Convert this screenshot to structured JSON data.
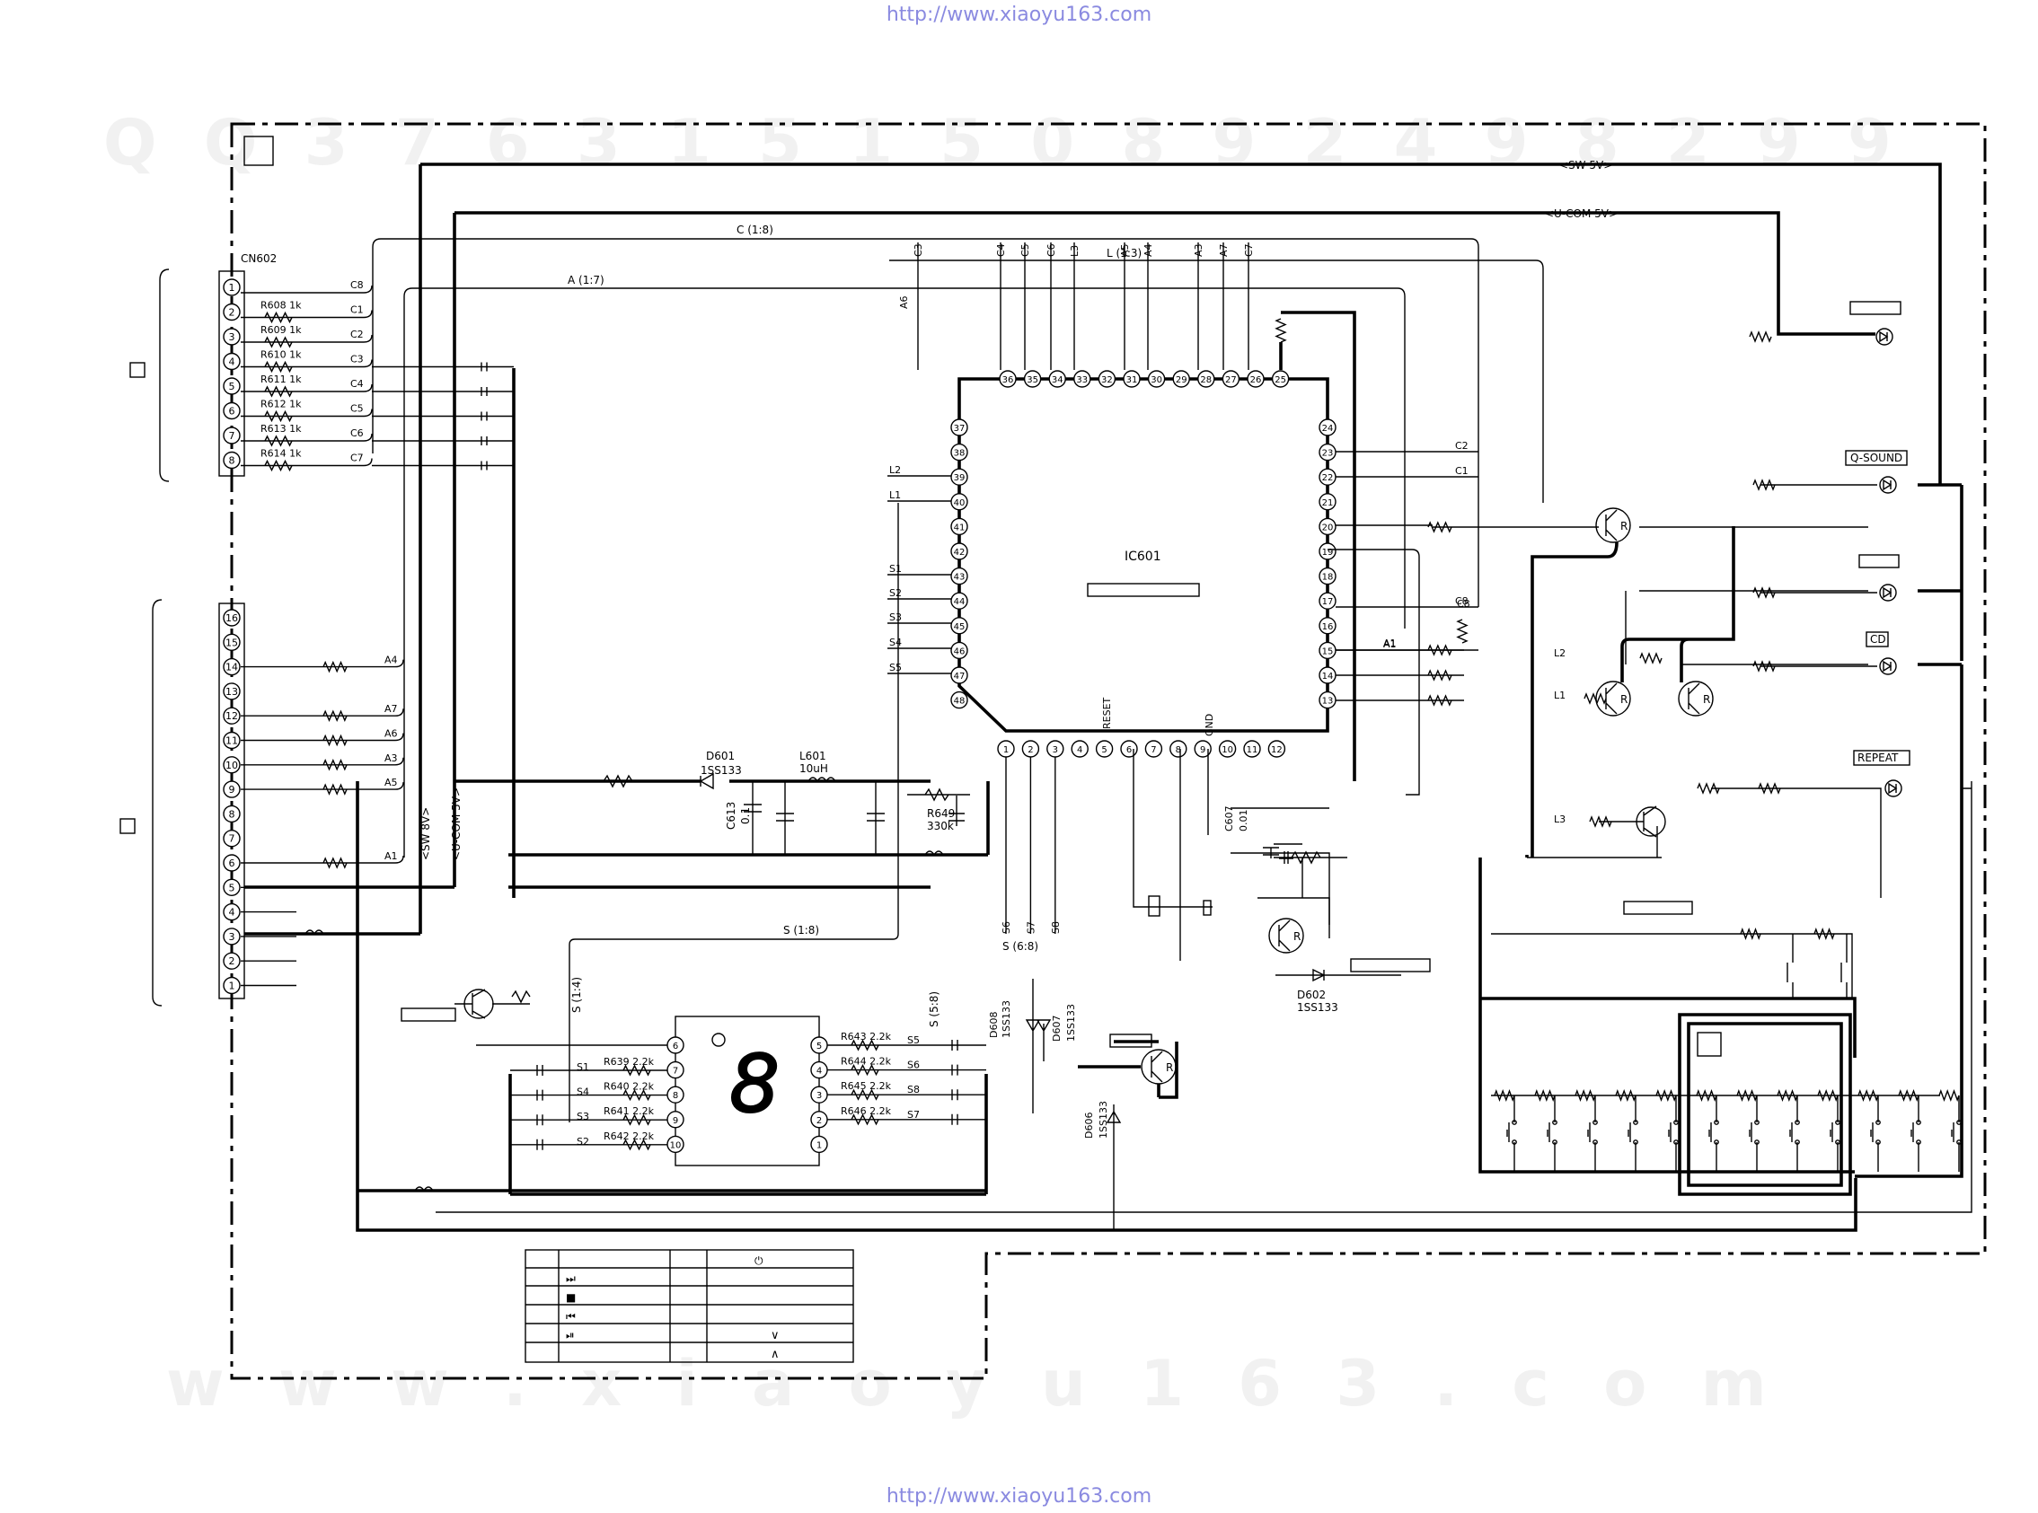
{
  "header_url": "http://www.xiaoyu163.com",
  "footer_url": "http://www.xiaoyu163.com",
  "watermarks": {
    "top_digits": "Q Q 3 7 6 3 1 5 1 5 0     8 9 2 4 9 8 2 9 9",
    "bottom_site": "w w w . x i a o y u 1 6 3 . c o m"
  },
  "connector": {
    "name": "CN602",
    "pins_upper": [
      "1",
      "2",
      "3",
      "4",
      "5",
      "6",
      "7",
      "8"
    ],
    "pins_lower": [
      "16",
      "15",
      "14",
      "13",
      "12",
      "11",
      "10",
      "9",
      "8",
      "7",
      "6",
      "5",
      "4",
      "3",
      "2",
      "1"
    ],
    "resistors": [
      "R608 1k",
      "R609 1k",
      "R610 1k",
      "R611 1k",
      "R612 1k",
      "R613 1k",
      "R614 1k"
    ],
    "upper_lines": [
      "C8",
      "C1",
      "C2",
      "C3",
      "C4",
      "C5",
      "C6",
      "C7"
    ],
    "lower_lines": [
      "A4",
      "A7",
      "A6",
      "A3",
      "A5",
      "A1"
    ]
  },
  "buses": {
    "sw5v": "<SW 5V>",
    "ucom5v": "<U-COM 5V>",
    "sw8v": "<SW 8V>",
    "ucom5v_vertical": "<U-COM 5V>",
    "c_bus": "C (1:8)",
    "a_bus": "A (1:7)",
    "l_bus": "L (1:3)",
    "s_bus": "S (1:8)",
    "s_bus_14": "S (1:4)",
    "s_bus_68": "S (6:8)",
    "s_bus_58": "S (5:8)"
  },
  "ic": {
    "name": "IC601",
    "top_pins": [
      "36",
      "35",
      "34",
      "33",
      "32",
      "31",
      "30",
      "29",
      "28",
      "27",
      "26",
      "25"
    ],
    "left_pins": [
      "37",
      "38",
      "39",
      "40",
      "41",
      "42",
      "43",
      "44",
      "45",
      "46",
      "47",
      "48"
    ],
    "right_pins": [
      "24",
      "23",
      "22",
      "21",
      "20",
      "19",
      "18",
      "17",
      "16",
      "15",
      "14",
      "13"
    ],
    "bottom_pins": [
      "1",
      "2",
      "3",
      "4",
      "5",
      "6",
      "7",
      "8",
      "9",
      "10",
      "11",
      "12"
    ],
    "top_labels": [
      "C3",
      "C4",
      "C5",
      "C6",
      "L3",
      "A5",
      "A4",
      "A3",
      "A7",
      "C7",
      "A6"
    ],
    "left_labels": [
      "L2",
      "L1",
      "S1",
      "S2",
      "S3",
      "S4",
      "S5"
    ],
    "right_labels": [
      "C2",
      "C1",
      "C8",
      "A1"
    ],
    "bottom_labels": [
      "RESET",
      "GND",
      "S6",
      "S7",
      "S8"
    ]
  },
  "components": {
    "d601": [
      "D601",
      "1SS133"
    ],
    "l601": [
      "L601",
      "10uH"
    ],
    "c613": [
      "C613",
      "0.1"
    ],
    "r649": [
      "R649",
      "330k"
    ],
    "c607": [
      "C607",
      "0.01"
    ],
    "d602": [
      "D602",
      "1SS133"
    ],
    "d606": [
      "D606",
      "1SS133"
    ],
    "d607": [
      "D607",
      "1SS133"
    ],
    "d608": [
      "D608",
      "1SS133"
    ],
    "display_resistors_left": [
      "R639 2.2k",
      "R640 2.2k",
      "R641 2.2k",
      "R642 2.2k"
    ],
    "display_resistors_right": [
      "R643 2.2k",
      "R644 2.2k",
      "R645 2.2k",
      "R646 2.2k"
    ],
    "display_left_labels": [
      "S1",
      "S4",
      "S3",
      "S2"
    ],
    "display_right_labels": [
      "S5",
      "S6",
      "S8",
      "S7"
    ],
    "display_left_pins": [
      "6",
      "7",
      "8",
      "9",
      "10"
    ],
    "display_right_pins": [
      "5",
      "4",
      "3",
      "2",
      "1"
    ],
    "display_digit": "8",
    "transistor_mark": "R"
  },
  "leds": {
    "q_sound": "Q-SOUND",
    "cd": "CD",
    "repeat": "REPEAT"
  },
  "signal_labels": {
    "l1": "L1",
    "l2": "L2",
    "l3": "L3",
    "c8": "C8",
    "a1": "A1"
  },
  "table": {
    "symbols": [
      "⏻",
      "⏭",
      "■",
      "⏮",
      "⏯",
      "∨",
      "∧"
    ]
  }
}
